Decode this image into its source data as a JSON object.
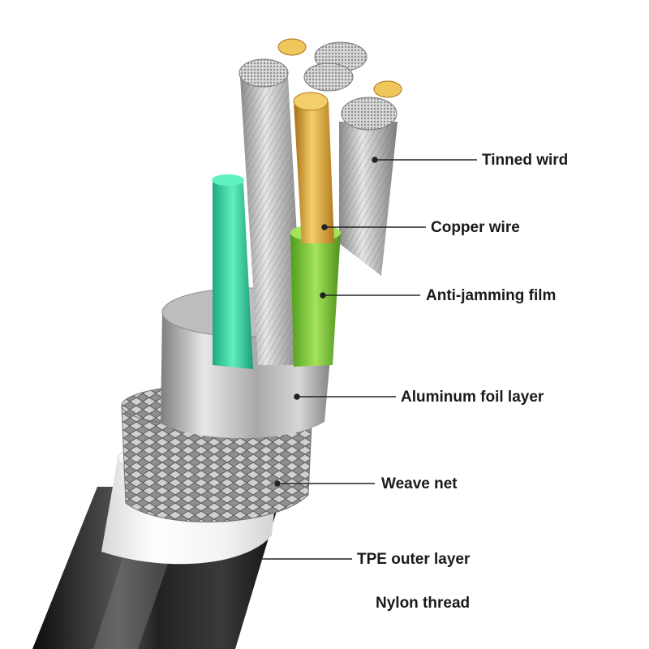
{
  "diagram": {
    "labels": {
      "tinned_wire": "Tinned wird",
      "copper_wire": "Copper wire",
      "anti_jamming_film": "Anti-jamming film",
      "aluminum_foil": "Aluminum foil layer",
      "weave_net": "Weave net",
      "tpe_outer": "TPE outer layer",
      "nylon_thread": "Nylon thread"
    },
    "colors": {
      "tinned_wire": "#b9b9b9",
      "copper_wire": "#d9a63c",
      "anti_jamming_film": "#7ec83a",
      "teal_insulation": "#3fd3a6",
      "aluminum_foil": "#bcbcbc",
      "weave_net": "#9a9a9a",
      "tpe_outer": "#f4f4f4",
      "nylon_thread": "#1e1e1e",
      "leader_line": "#222222"
    }
  }
}
